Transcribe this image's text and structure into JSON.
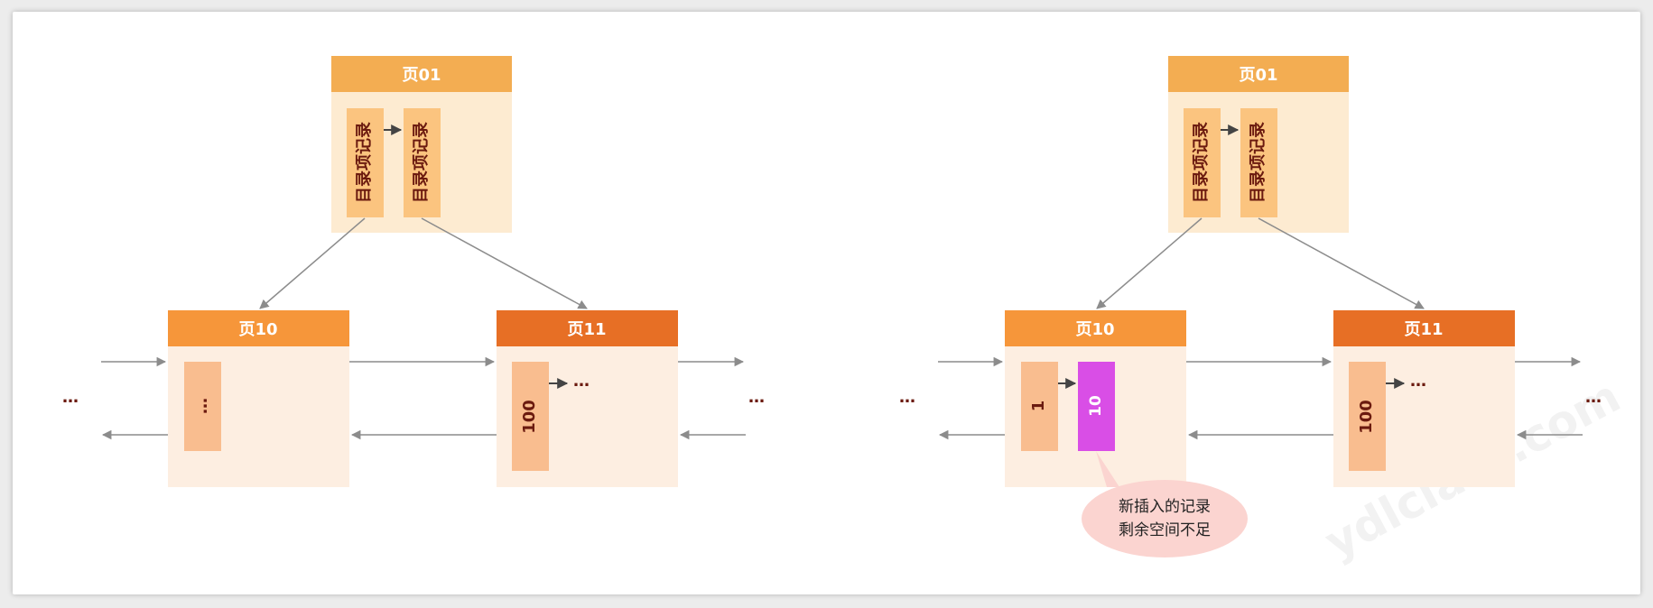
{
  "watermark": "ydlclass.com",
  "left": {
    "root": {
      "title": "页01",
      "records": [
        "目录项记录",
        "目录项记录"
      ]
    },
    "leaf10": {
      "title": "页10",
      "records": [
        "…"
      ]
    },
    "leaf11": {
      "title": "页11",
      "records": [
        "100"
      ],
      "next": "…"
    },
    "outer_left": "…",
    "outer_right": "…"
  },
  "right": {
    "root": {
      "title": "页01",
      "records": [
        "目录项记录",
        "目录项记录"
      ]
    },
    "leaf10": {
      "title": "页10",
      "records": [
        "1",
        "10"
      ]
    },
    "leaf11": {
      "title": "页11",
      "records": [
        "100"
      ],
      "next": "…"
    },
    "outer_left": "…",
    "outer_right": "…",
    "callout": {
      "line1": "新插入的记录",
      "line2": "剩余空间不足"
    }
  },
  "colors": {
    "root_header": "#f3ad52",
    "leaf10_header": "#f6963a",
    "leaf11_header": "#e76f25",
    "new_record": "#d94ee6"
  }
}
